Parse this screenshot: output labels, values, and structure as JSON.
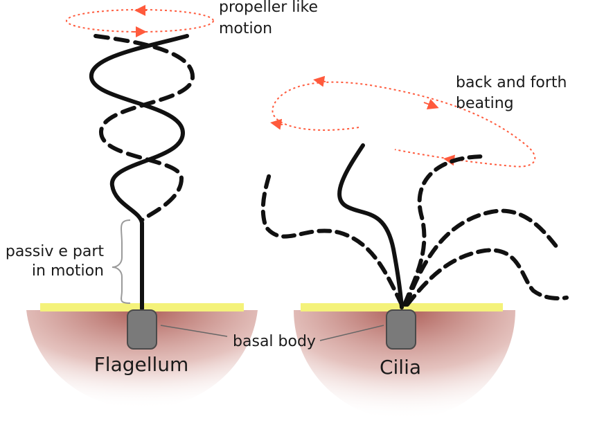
{
  "colors": {
    "motion_path": "#ff5a3c",
    "membrane": "#f4f27a",
    "cell_body": "#b8706a",
    "basal_body_fill": "#7a7a7a",
    "strands": "#111111",
    "brace": "#9a9a9a"
  },
  "labels": {
    "propeller_line1": "propeller like",
    "propeller_line2": "motion",
    "back_forth_line1": "back and forth",
    "back_forth_line2": "beating",
    "passive_line1": "passiv e part",
    "passive_line2": "in motion",
    "basal_body": "basal body",
    "flagellum": "Flagellum",
    "cilia": "Cilia"
  }
}
